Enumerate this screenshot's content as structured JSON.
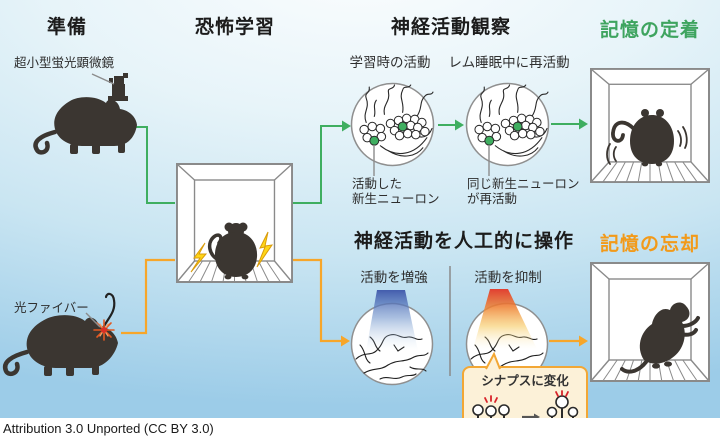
{
  "figure": {
    "headers": {
      "preparation": "準備",
      "fear_learning": "恐怖学習",
      "neural_observation": "神経活動観察",
      "manipulation": "神経活動を人工的に操作",
      "memory_consolidation": "記憶の定着",
      "memory_forgetting": "記憶の忘却"
    },
    "labels": {
      "microscope": "超小型蛍光顕微鏡",
      "optical_fiber": "光ファイバー",
      "learning_activity": "学習時の活動",
      "rem_reactivation": "レム睡眠中に再活動",
      "activated_line1": "活動した",
      "activated_line2": "新生ニューロン",
      "same_line1": "同じ新生ニューロン",
      "same_line2": "が再活動",
      "enhance": "活動を増強",
      "suppress": "活動を抑制",
      "synapse_change": "シナプスに変化"
    },
    "colors": {
      "consolidation_green": "#3EA45F",
      "forgetting_orange": "#F29A1A",
      "flow_green_line": "#3FAE60",
      "flow_orange_line": "#F7A62A",
      "activated_cell_green": "#3FAE60",
      "shock_bolt_yellow": "#FFD616"
    },
    "footer": {
      "attribution": "Attribution 3.0 Unported (CC BY 3.0)"
    }
  }
}
